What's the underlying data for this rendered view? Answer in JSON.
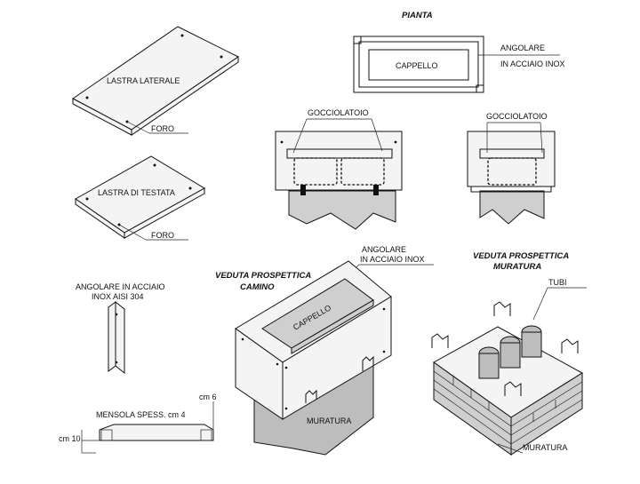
{
  "labels": {
    "lastra_laterale": "LASTRA LATERALE",
    "foro_1": "FORO",
    "lastra_testata": "LASTRA DI TESTATA",
    "foro_2": "FORO",
    "pianta": "PIANTA",
    "cappello_pianta": "CAPPELLO",
    "angolare_line1": "ANGOLARE",
    "angolare_line2": "IN ACCIAIO INOX",
    "gocciolatoio_left": "GOCCIOLATOIO",
    "gocciolatoio_right": "GOCCIOLATOIO",
    "angolare304_line1": "ANGOLARE IN ACCIAIO",
    "angolare304_line2": "INOX AISI 304",
    "mensola": "MENSOLA SPESS. cm 4",
    "cm6": "cm 6",
    "cm10": "cm 10",
    "veduta_camino_line1": "VEDUTA PROSPETTICA",
    "veduta_camino_line2": "CAMINO",
    "angolare_b_line1": "ANGOLARE",
    "angolare_b_line2": "IN ACCIAIO INOX",
    "cappello_3d": "CAPPELLO",
    "muratura_left": "MURATURA",
    "veduta_muratura_line1": "VEDUTA PROSPETTICA",
    "veduta_muratura_line2": "MURATURA",
    "tubi": "TUBI",
    "muratura_right": "MURATURA"
  }
}
